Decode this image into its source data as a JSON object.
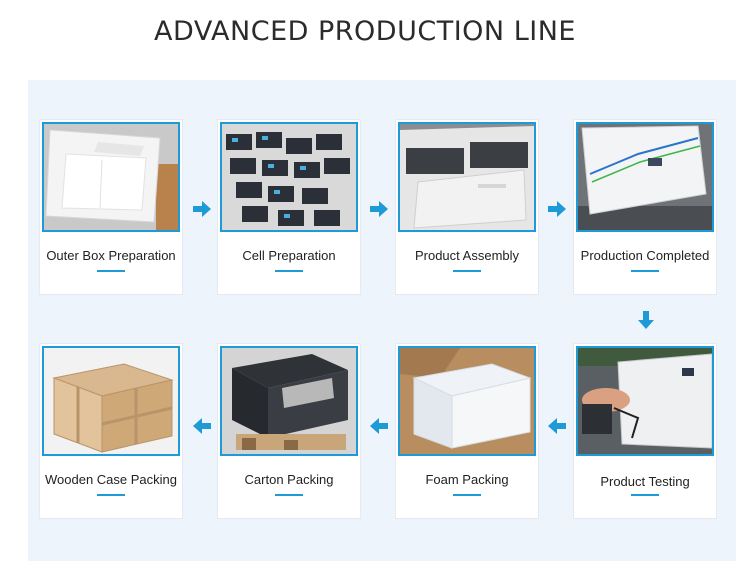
{
  "title": "ADVANCED PRODUCTION LINE",
  "accent_color": "#1e9ad6",
  "steps": [
    {
      "label": "Outer Box Preparation",
      "icon": "outer-box-photo"
    },
    {
      "label": "Cell  Preparation",
      "icon": "battery-cells-photo"
    },
    {
      "label": "Product  Assembly",
      "icon": "assembly-photo"
    },
    {
      "label": "Production Completed",
      "icon": "finished-battery-photo"
    },
    {
      "label": "Product Testing",
      "icon": "testing-photo"
    },
    {
      "label": "Foam Packing",
      "icon": "foam-photo"
    },
    {
      "label": "Carton Packing",
      "icon": "carton-photo"
    },
    {
      "label": "Wooden Case Packing",
      "icon": "wooden-crate-photo"
    }
  ]
}
